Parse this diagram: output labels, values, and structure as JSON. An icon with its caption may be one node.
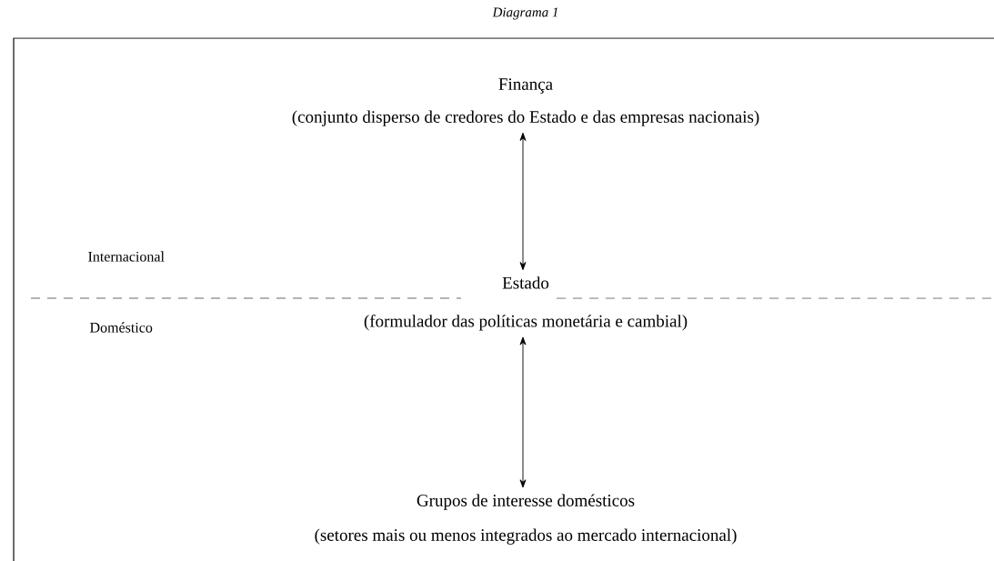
{
  "diagram": {
    "title": "Diagrama 1",
    "nodes": [
      {
        "text": [
          "Finança",
          "(conjunto disperso de credores do Estado e das empresas nacionais)"
        ]
      },
      {
        "text": [
          "Estado",
          "(formulador das políticas monetária e cambial)"
        ]
      },
      {
        "text": [
          "Grupos de interesse domésticos",
          "(setores mais ou menos integrados ao mercado internacional)"
        ]
      }
    ],
    "edges": [
      {
        "from": 0,
        "to": 1,
        "arrow": "both"
      },
      {
        "from": 1,
        "to": 2,
        "arrow": "both"
      }
    ],
    "labels": [
      "Internacional",
      "Doméstico"
    ]
  }
}
